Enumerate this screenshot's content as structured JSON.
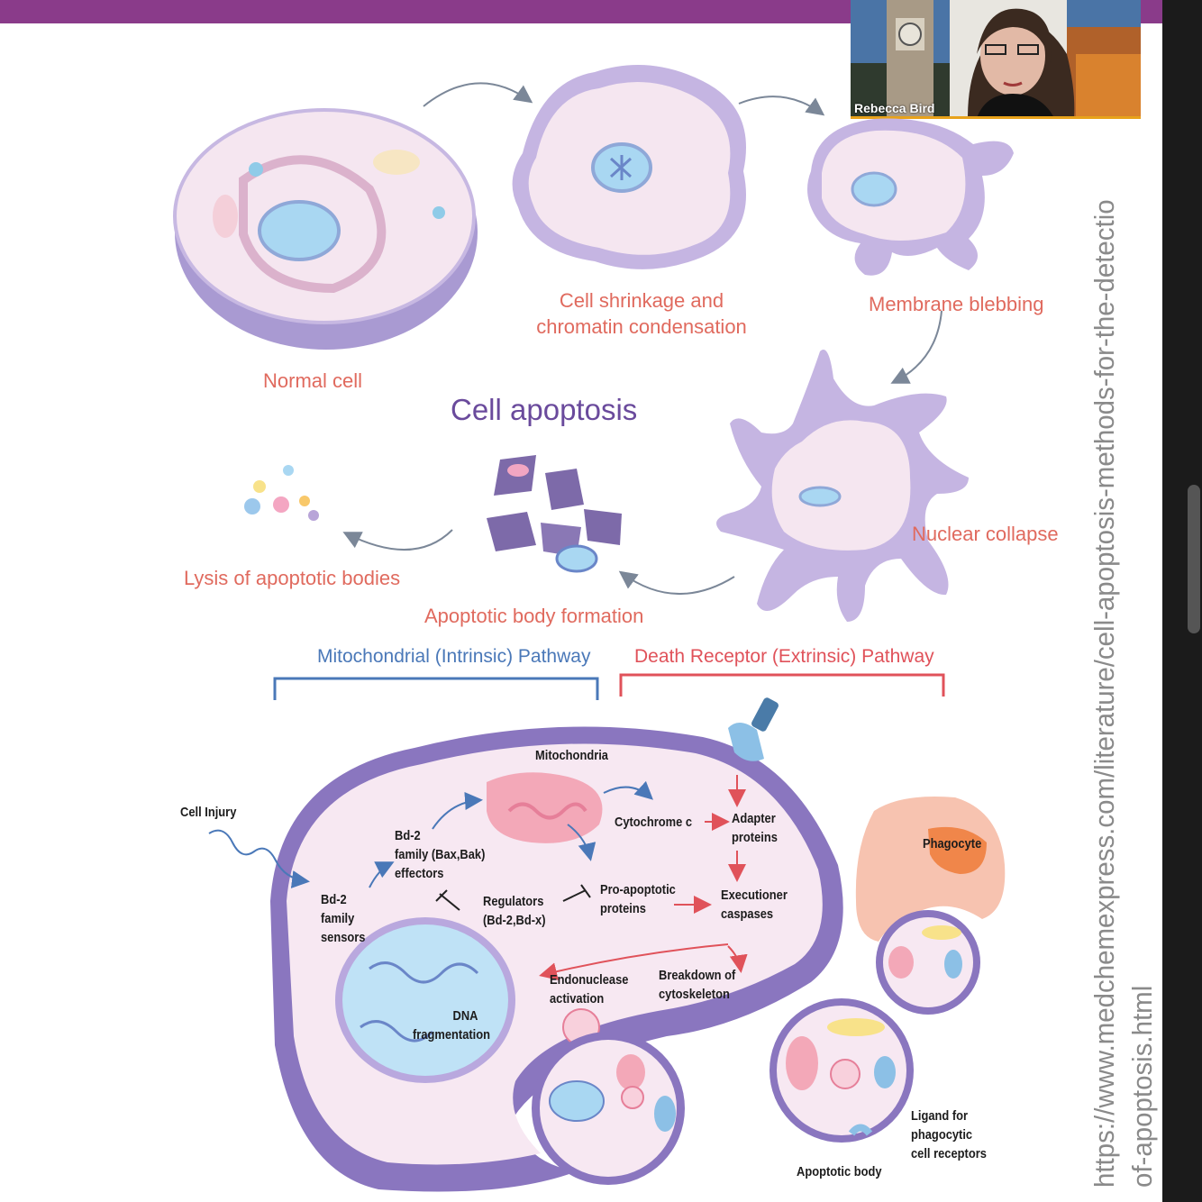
{
  "presenter": {
    "name": "Rebecca Bird"
  },
  "diagram": {
    "title": "Cell apoptosis",
    "stages": {
      "normal": "Normal cell",
      "shrinkage_line1": "Cell shrinkage and",
      "shrinkage_line2": "chromatin condensation",
      "blebbing": "Membrane blebbing",
      "nuclear": "Nuclear collapse",
      "body_formation": "Apoptotic body formation",
      "lysis": "Lysis of apoptotic bodies"
    },
    "pathways": {
      "intrinsic": "Mitochondrial (Intrinsic) Pathway",
      "extrinsic": "Death Receptor (Extrinsic) Pathway"
    },
    "labels": {
      "cell_injury": "Cell Injury",
      "mitochondria": "Mitochondria",
      "bcl2_effectors_1": "Bd-2",
      "bcl2_effectors_2": "family (Bax,Bak)",
      "bcl2_effectors_3": "effectors",
      "cytochrome": "Cytochrome c",
      "adapter_1": "Adapter",
      "adapter_2": "proteins",
      "sensors_1": "Bd-2",
      "sensors_2": "family",
      "sensors_3": "sensors",
      "regulators_1": "Regulators",
      "regulators_2": "(Bd-2,Bd-x)",
      "proapoptotic_1": "Pro-apoptotic",
      "proapoptotic_2": "proteins",
      "executioner_1": "Executioner",
      "executioner_2": "caspases",
      "endonuclease_1": "Endonuclease",
      "endonuclease_2": "activation",
      "breakdown_1": "Breakdown of",
      "breakdown_2": "cytoskeleton",
      "dna_1": "DNA",
      "dna_2": "fragmentation",
      "phagocyte": "Phagocyte",
      "ligand_1": "Ligand for",
      "ligand_2": "phagocytic",
      "ligand_3": "cell receptors",
      "apoptotic_body": "Apoptotic body"
    },
    "source_url_line1": "https://www.medchemexpress.com/literature/cell-apoptosis-methods-for-the-detectio",
    "source_url_line2": "of-apoptosis.html"
  },
  "colors": {
    "accent_bar": "#8a3b8a",
    "stage_text": "#e06a5e",
    "title_text": "#6a4a9c",
    "intrinsic": "#4a78b8",
    "extrinsic": "#e0525a"
  }
}
